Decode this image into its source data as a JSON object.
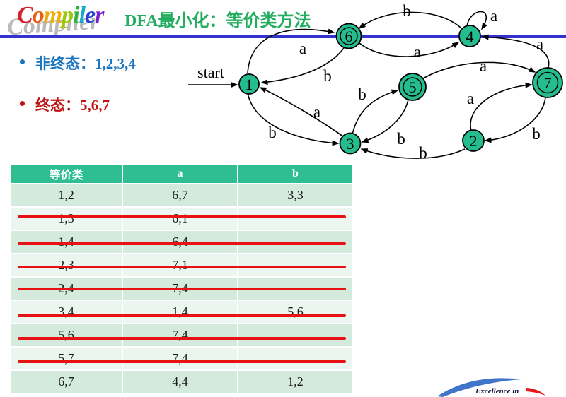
{
  "logo": {
    "text": "Compiler"
  },
  "header": {
    "title": "DFA最小化：等价类方法"
  },
  "bullets": [
    {
      "text": "非终态：1,2,3,4",
      "color": "#1b74be"
    },
    {
      "text": "终态：5,6,7",
      "color": "#bf1414"
    }
  ],
  "diagram": {
    "start_label": "start",
    "states": [
      {
        "label": "1",
        "final": false
      },
      {
        "label": "2",
        "final": false
      },
      {
        "label": "3",
        "final": false
      },
      {
        "label": "4",
        "final": false
      },
      {
        "label": "5",
        "final": true
      },
      {
        "label": "6",
        "final": true
      },
      {
        "label": "7",
        "final": true
      }
    ],
    "edges": [
      {
        "from": "1",
        "to": "6",
        "label": "a"
      },
      {
        "from": "6",
        "to": "1",
        "label": "b"
      },
      {
        "from": "4",
        "to": "6",
        "label": "b"
      },
      {
        "from": "6",
        "to": "4",
        "label": "a"
      },
      {
        "from": "4",
        "to": "4",
        "label": "a"
      },
      {
        "from": "7",
        "to": "4",
        "label": "a"
      },
      {
        "from": "5",
        "to": "7",
        "label": "a"
      },
      {
        "from": "2",
        "to": "7",
        "label": "a"
      },
      {
        "from": "1",
        "to": "3",
        "label": "b"
      },
      {
        "from": "3",
        "to": "1",
        "label": "a"
      },
      {
        "from": "3",
        "to": "5",
        "label": "b"
      },
      {
        "from": "5",
        "to": "3",
        "label": "b"
      },
      {
        "from": "2",
        "to": "3",
        "label": "b"
      },
      {
        "from": "7",
        "to": "2",
        "label": "b"
      }
    ]
  },
  "table": {
    "headers": [
      "等价类",
      "a",
      "b"
    ],
    "rows": [
      {
        "class": "1,2",
        "a": "6,7",
        "b": "3,3",
        "struck": false
      },
      {
        "class": "1,3",
        "a": "6,1",
        "b": "",
        "struck": true
      },
      {
        "class": "1,4",
        "a": "6,4",
        "b": "",
        "struck": true
      },
      {
        "class": "2,3",
        "a": "7,1",
        "b": "",
        "struck": true
      },
      {
        "class": "2,4",
        "a": "7,4",
        "b": "",
        "struck": true
      },
      {
        "class": "3,4",
        "a": "1,4",
        "b": "5,6",
        "struck": true
      },
      {
        "class": "5,6",
        "a": "7,4",
        "b": "",
        "struck": true
      },
      {
        "class": "5,7",
        "a": "7,4",
        "b": "",
        "struck": true
      },
      {
        "class": "6,7",
        "a": "4,4",
        "b": "1,2",
        "struck": false
      }
    ]
  },
  "footer_logo": {
    "text": "Excellence in"
  },
  "colors": {
    "state_fill": "#26bd8e",
    "table_header": "#2ebe92",
    "row_dark": "#d4eadd",
    "row_light": "#eaf6ef",
    "strike_red": "#e81212",
    "divider_blue": "#3432cf",
    "title_green": "#23ad5f",
    "bullet_blue": "#1b74be",
    "bullet_red": "#bf1414"
  }
}
